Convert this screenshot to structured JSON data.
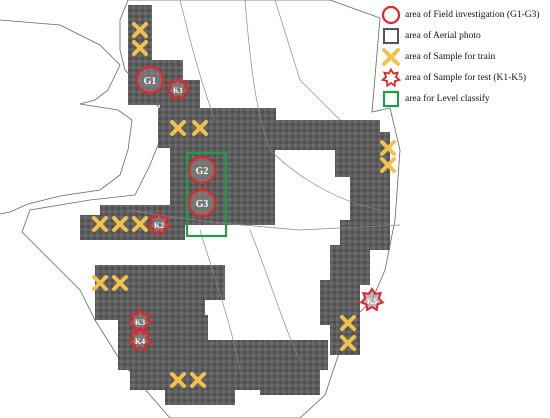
{
  "legend": {
    "field_investigation": "area of Field investigation (G1-G3)",
    "aerial_photo": "area of Aerial photo",
    "sample_train": "area of Sample for train",
    "sample_test": "area of Sample for test (K1-K5)",
    "level_classify": "area for Level classify"
  },
  "field_sites": [
    "G1",
    "G2",
    "G3"
  ],
  "test_sites": [
    "K1",
    "K2",
    "K3",
    "K4",
    "K5"
  ],
  "colors": {
    "field_circle": "#e0262a",
    "aerial_frame": "#555555",
    "train_cross": "#f2c14e",
    "test_star": "#e0262a",
    "level_frame": "#1f9e4a",
    "land": "#ffffff",
    "sea": "#ffffff",
    "photo_tile": "#5e5e5e"
  },
  "icons": {
    "field_circle": "red-circle-icon",
    "aerial_frame": "gray-square-icon",
    "train_cross": "yellow-cross-icon",
    "test_star": "red-star-icon",
    "level_frame": "green-square-icon"
  }
}
